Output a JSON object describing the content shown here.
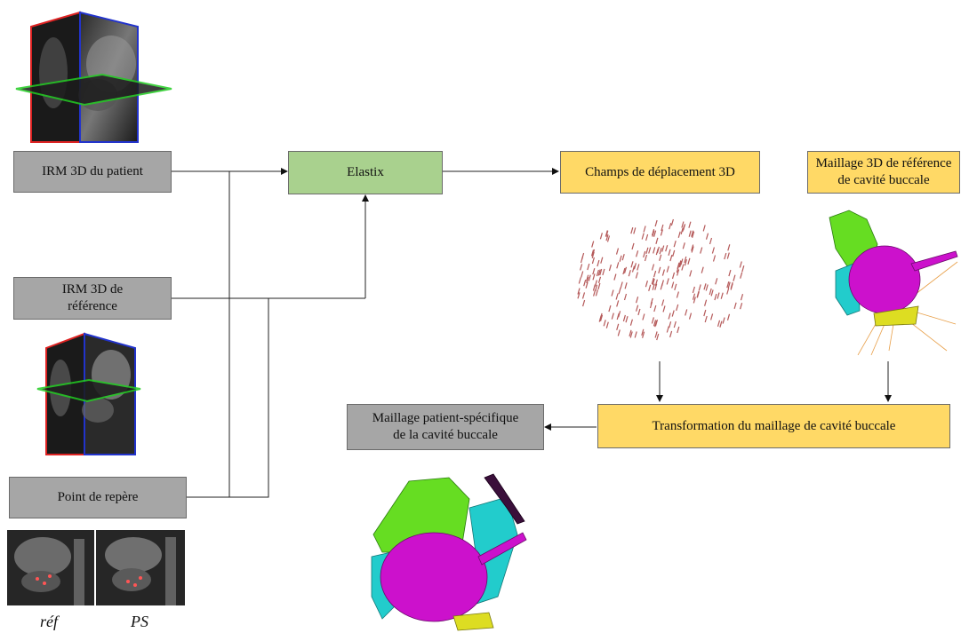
{
  "boxes": {
    "irm_patient": "IRM 3D du patient",
    "elastix": "Elastix",
    "irm_reference_line1": "IRM 3D de",
    "irm_reference_line2": "référence",
    "point_repere": "Point de repère",
    "champs": "Champs de déplacement 3D",
    "maillage_ref_line1": "Maillage 3D de référence",
    "maillage_ref_line2": "de cavité buccale",
    "transformation": "Transformation du maillage de cavité buccale",
    "maillage_ps_line1": "Maillage patient-spécifique",
    "maillage_ps_line2": "de la cavité buccale"
  },
  "captions": {
    "ref": "réf",
    "ps": "PS"
  },
  "colors": {
    "gray_box": "#a6a6a6",
    "green_box": "#a9d18e",
    "yellow_box": "#ffd966",
    "mesh_green": "#66dd22",
    "mesh_magenta": "#cc11cc",
    "mesh_cyan": "#22cccc",
    "mesh_yellow": "#dddd22"
  }
}
